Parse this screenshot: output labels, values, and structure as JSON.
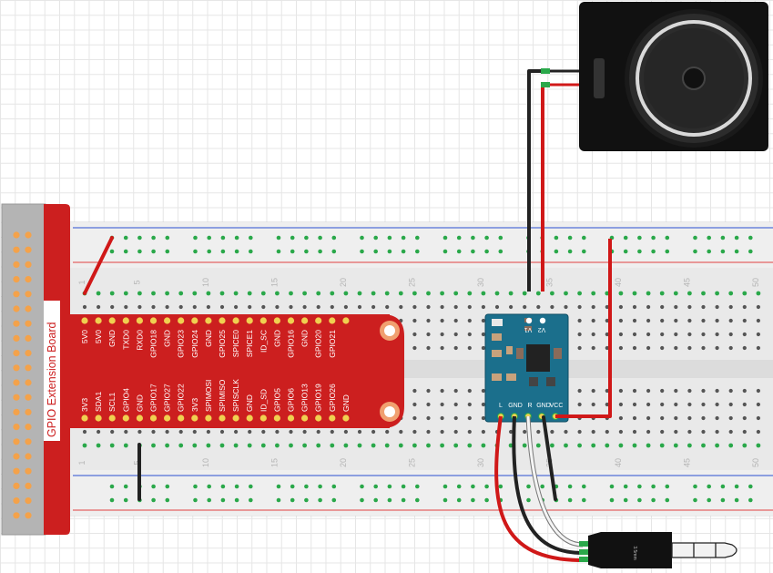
{
  "gpio": {
    "title": "GPIO Extension Board",
    "top_pins": [
      "5V0",
      "5V0",
      "GND",
      "TXD0",
      "RXD0",
      "GPIO18",
      "GND",
      "GPIO23",
      "GPIO24",
      "GND",
      "GPIO25",
      "SPICE0",
      "SPICE1",
      "ID_SC",
      "GND",
      "GPIO16",
      "GND",
      "GPIO20",
      "GPIO21"
    ],
    "bottom_pins": [
      "3V3",
      "SDA1",
      "SCL1",
      "GPIO4",
      "GND",
      "GPIO17",
      "GPIO27",
      "GPIO22",
      "3V3",
      "SPIMOSI",
      "SPIMISO",
      "SPISCLK",
      "GND",
      "ID_SD",
      "GPIO5",
      "GPIO6",
      "GPIO13",
      "GPIO19",
      "GPIO26",
      "GND"
    ]
  },
  "breadboard": {
    "col_numbers": [
      "1",
      "5",
      "10",
      "15",
      "20",
      "25",
      "30",
      "35",
      "40",
      "45",
      "50"
    ]
  },
  "amplifier": {
    "top_labels": [
      "V1",
      "V2"
    ],
    "bottom_labels": [
      "L",
      "GND",
      "R",
      "GND",
      "VCC"
    ]
  },
  "jack": {
    "label": "3.5mm"
  },
  "colors": {
    "gpio_red": "#cc1f1f",
    "amp_blue": "#1b6f8c",
    "wire_red": "#d01818",
    "wire_black": "#222222",
    "wire_white": "#f4f4f4",
    "rail_red": "#e04040",
    "rail_blue": "#2b4fd0",
    "hole_green": "#2aa84a"
  }
}
